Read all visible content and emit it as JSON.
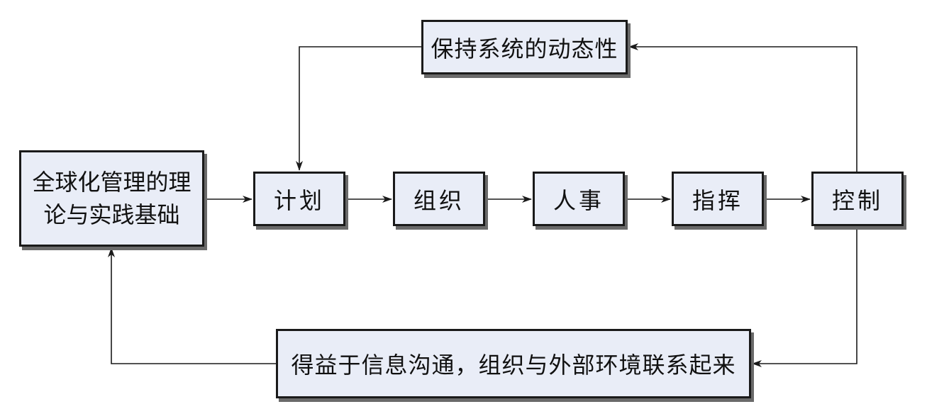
{
  "diagram": {
    "basis": {
      "line1": "全球化管理的理",
      "line2": "论与实践基础"
    },
    "steps": {
      "plan": "计划",
      "organize": "组织",
      "staffing": "人事",
      "command": "指挥",
      "control": "控制"
    },
    "feedback_top": "保持系统的动态性",
    "feedback_bottom": "得益于信息沟通，组织与外部环境联系起来"
  },
  "colors": {
    "box_fill": "#e9edf7",
    "box_border": "#1a1a1a",
    "box_shadow": "#6a6a6a",
    "line": "#1a1a1a"
  }
}
